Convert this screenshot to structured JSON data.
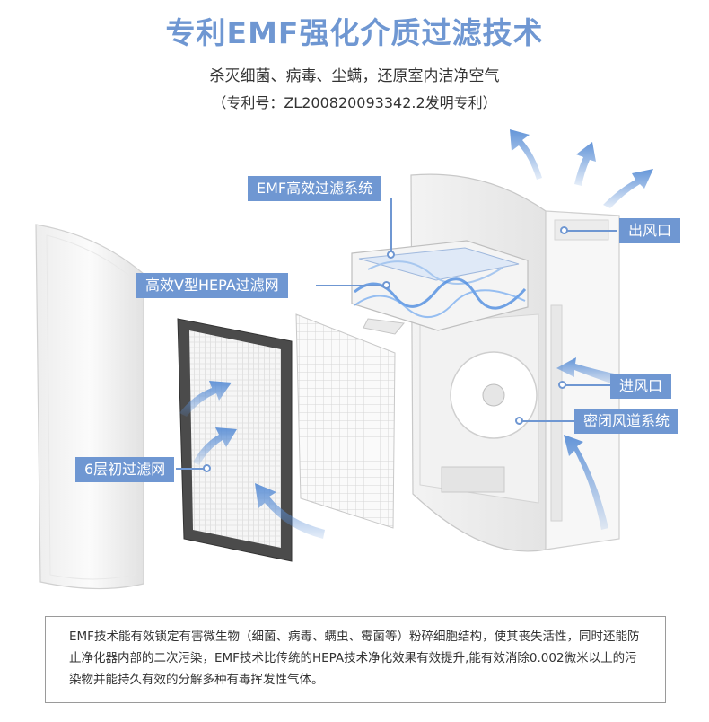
{
  "header": {
    "title": "专利EMF强化介质过滤技术",
    "subtitle": "杀灭细菌、病毒、尘螨，还原室内洁净空气",
    "patent": "（专利号：ZL200820093342.2发明专利）"
  },
  "callouts": {
    "emf_system": "EMF高效过滤系统",
    "hepa": "高效V型HEPA过滤网",
    "pre_filter": "6层初过滤网",
    "outlet": "出风口",
    "inlet": "进风口",
    "duct": "密闭风道系统"
  },
  "description": "EMF技术能有效锁定有害微生物（细菌、病毒、螨虫、霉菌等）粉碎细胞结构，使其丧失活性，同时还能防止净化器内部的二次污染，EMF技术比传统的HEPA技术净化效果有效提升,能有效消除0.002微米以上的污染物并能持久有效的分解多种有毒挥发性气体。",
  "colors": {
    "accent": "#6f97d2",
    "arrow": "#5b8fd6",
    "text": "#333333"
  }
}
